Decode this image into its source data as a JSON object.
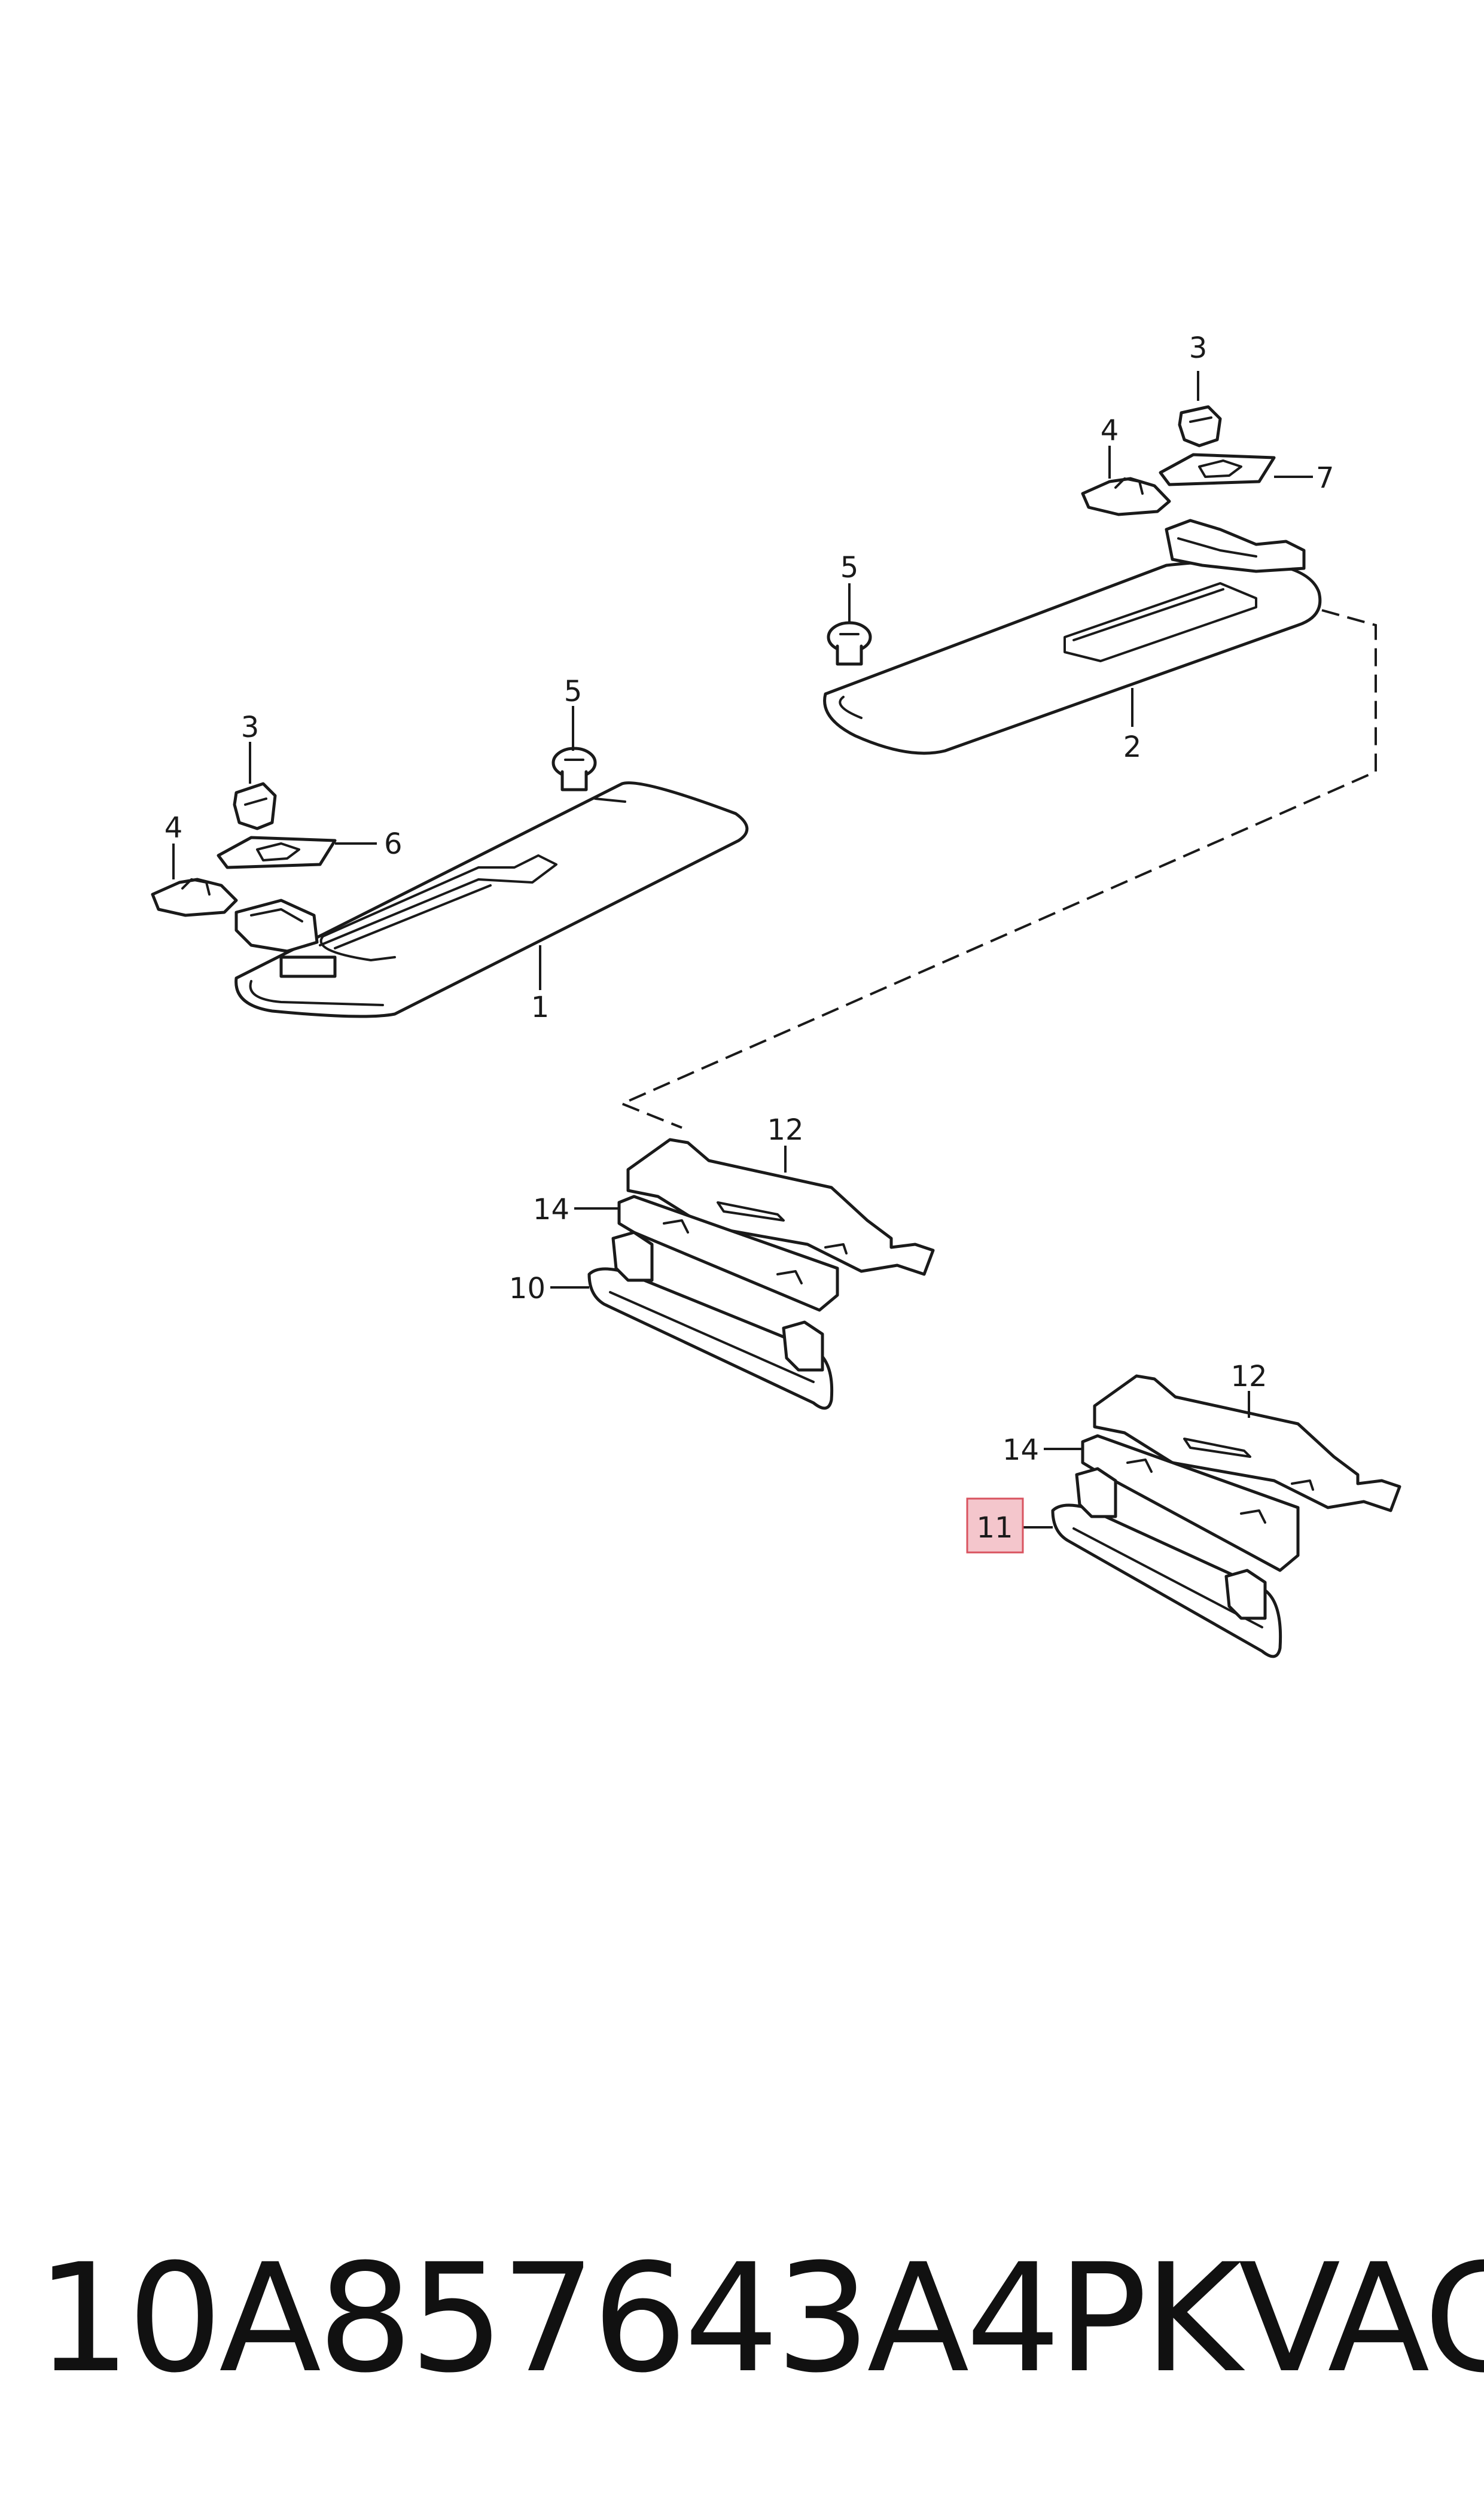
{
  "callouts": {
    "c1": "1",
    "c2": "2",
    "c3_left": "3",
    "c3_right": "3",
    "c4_left": "4",
    "c4_right": "4",
    "c5_left": "5",
    "c5_right": "5",
    "c6": "6",
    "c7": "7",
    "c10": "10",
    "c11": "11",
    "c12_upper": "12",
    "c12_lower": "12",
    "c14_upper": "14",
    "c14_lower": "14"
  },
  "highlighted_callout": "11",
  "highlight_color": "#f4c6cc",
  "footer": {
    "part_number": "10A857643A4PK",
    "brand": "VAG"
  }
}
